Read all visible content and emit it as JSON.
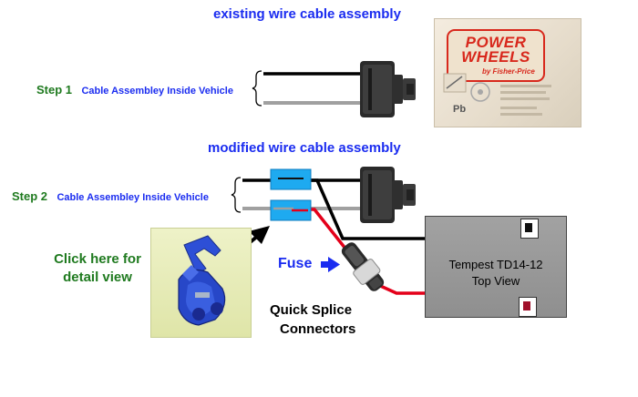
{
  "titles": {
    "existing": "existing wire cable assembly",
    "modified": "modified wire cable assembly"
  },
  "step1": {
    "step": "Step 1",
    "label": "Cable Assembley Inside Vehicle"
  },
  "step2": {
    "step": "Step 2",
    "label": "Cable Assembley Inside Vehicle"
  },
  "click_here": {
    "line1": "Click here for",
    "line2": "detail view"
  },
  "fuse": {
    "label": "Fuse"
  },
  "quick_splice": {
    "line1": "Quick Splice",
    "line2": "Connectors"
  },
  "battery": {
    "line1": "Tempest TD14-12",
    "line2": "Top View"
  },
  "power_wheels": {
    "line1": "POWER",
    "line2": "WHEELS",
    "sub": "by Fisher-Price",
    "pb": "Pb"
  },
  "colors": {
    "title_blue": "#1a2cf0",
    "step_green": "#1f7a1f",
    "wire_black": "#000000",
    "wire_gray": "#a0a0a0",
    "wire_red": "#e4001a",
    "splice_blue": "#1eaaf0",
    "battery_gray": "#9a9a9a"
  }
}
